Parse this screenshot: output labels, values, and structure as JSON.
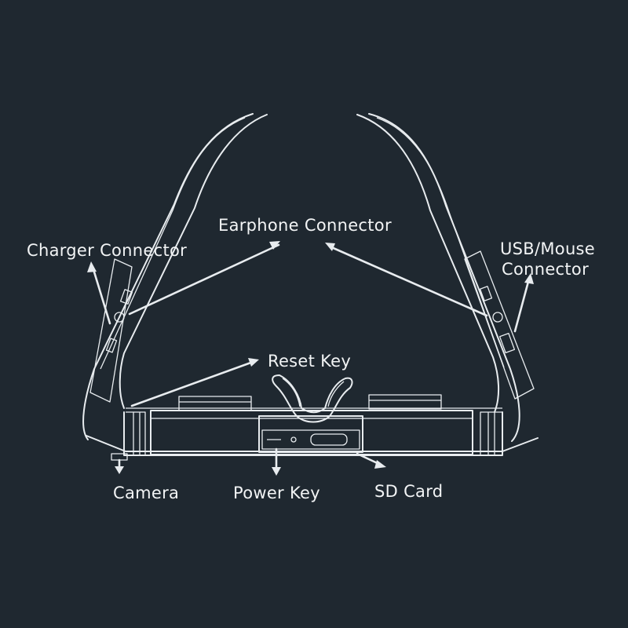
{
  "colors": {
    "background": "#1f2830",
    "outline": "#e8ecef",
    "text": "#f2f4f5"
  },
  "labels": {
    "earphone": "Earphone Connector",
    "charger": "Charger Connector",
    "usb_line1": "USB/Mouse",
    "usb_line2": "Connector",
    "reset": "Reset Key",
    "camera": "Camera",
    "power": "Power Key",
    "sd": "SD Card"
  }
}
